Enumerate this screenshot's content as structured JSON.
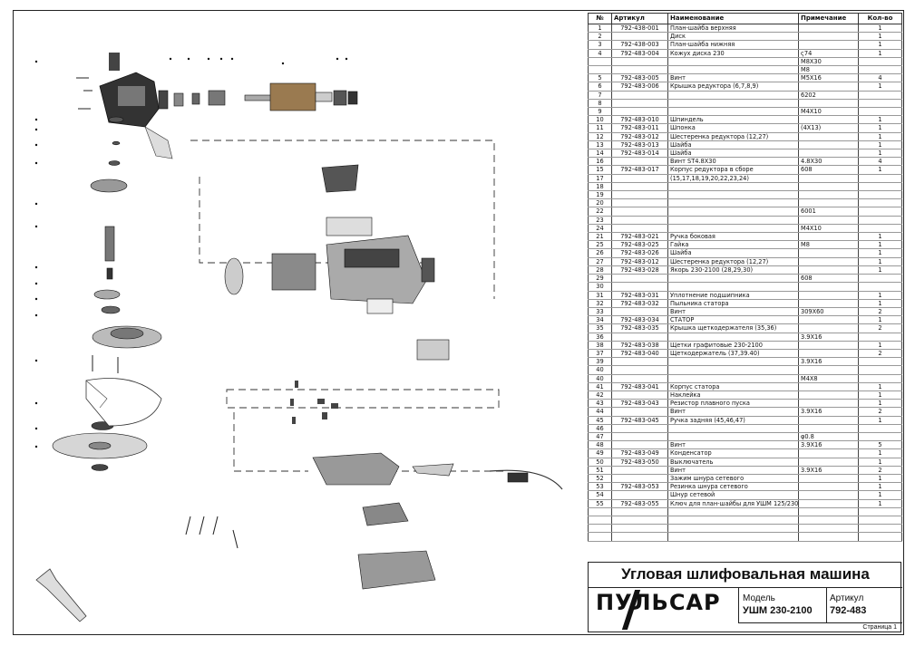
{
  "table": {
    "headers": [
      "№",
      "Артикул",
      "Наименование",
      "Примечание",
      "Кол-во"
    ],
    "rows": [
      [
        "1",
        "792-438-001",
        "План-шайба верхняя",
        "",
        "1"
      ],
      [
        "2",
        "",
        "Диск",
        "",
        "1"
      ],
      [
        "3",
        "792-438-003",
        "План-шайба нижняя",
        "",
        "1"
      ],
      [
        "4",
        "792-483-004",
        "Кожух диска 230",
        "ς74",
        "1"
      ],
      [
        "",
        "",
        "",
        "M8X30",
        ""
      ],
      [
        "",
        "",
        "",
        "M8",
        ""
      ],
      [
        "5",
        "792-483-005",
        "Винт",
        "M5X16",
        "4"
      ],
      [
        "6",
        "792-483-006",
        "Крышка редуктора (6,7,8,9)",
        "",
        "1"
      ],
      [
        "7",
        "",
        "",
        "6202",
        ""
      ],
      [
        "8",
        "",
        "",
        "",
        ""
      ],
      [
        "9",
        "",
        "",
        "M4X10",
        ""
      ],
      [
        "10",
        "792-483-010",
        "Шпиндель",
        "",
        "1"
      ],
      [
        "11",
        "792-483-011",
        "Шпонка",
        "(4X13)",
        "1"
      ],
      [
        "12",
        "792-483-012",
        "Шестеренка редуктора  (12,27)",
        "",
        "1"
      ],
      [
        "13",
        "792-483-013",
        "Шайба",
        "",
        "1"
      ],
      [
        "14",
        "792-483-014",
        "Шайба",
        "",
        "1"
      ],
      [
        "16",
        "",
        "Винт ST4.8X30",
        "4.8X30",
        "4"
      ],
      [
        "15",
        "792-483-017",
        "Корпус редуктора в сборе",
        "608",
        "1"
      ],
      [
        "17",
        "",
        "(15,17,18,19,20,22,23,24)",
        "",
        ""
      ],
      [
        "18",
        "",
        "",
        "",
        ""
      ],
      [
        "19",
        "",
        "",
        "",
        ""
      ],
      [
        "20",
        "",
        "",
        "",
        ""
      ],
      [
        "22",
        "",
        "",
        "6001",
        ""
      ],
      [
        "23",
        "",
        "",
        "",
        ""
      ],
      [
        "24",
        "",
        "",
        "M4X10",
        ""
      ],
      [
        "21",
        "792-483-021",
        "Ручка боковая",
        "",
        "1"
      ],
      [
        "25",
        "792-483-025",
        "Гайка",
        "M8",
        "1"
      ],
      [
        "26",
        "792-483-026",
        "Шайба",
        "",
        "1"
      ],
      [
        "27",
        "792-483-012",
        "Шестеренка редуктора  (12,27)",
        "",
        "1"
      ],
      [
        "28",
        "792-483-028",
        "Якорь 230-2100 (28,29,30)",
        "",
        "1"
      ],
      [
        "29",
        "",
        "",
        "608",
        ""
      ],
      [
        "30",
        "",
        "",
        "",
        ""
      ],
      [
        "31",
        "792-483-031",
        "Уплотнение подшипника",
        "",
        "1"
      ],
      [
        "32",
        "792-483-032",
        "Пыльника статора",
        "",
        "1"
      ],
      [
        "33",
        "",
        "Винт",
        "309X60",
        "2"
      ],
      [
        "34",
        "792-483-034",
        "СТАТОР",
        "",
        "1"
      ],
      [
        "35",
        "792-483-035",
        "Крышка щеткодержателя (35,36)",
        "",
        "2"
      ],
      [
        "36",
        "",
        "",
        "3.9X16",
        ""
      ],
      [
        "38",
        "792-483-038",
        "Щетки графитовые 230-2100",
        "",
        "1"
      ],
      [
        "37",
        "792-483-040",
        "Щеткодержатель (37,39.40)",
        "",
        "2"
      ],
      [
        "39",
        "",
        "",
        "3.9X16",
        ""
      ],
      [
        "40",
        "",
        "",
        "",
        ""
      ],
      [
        "40",
        "",
        "",
        "M4X8",
        ""
      ],
      [
        "41",
        "792-483-041",
        "Корпус статора",
        "",
        "1"
      ],
      [
        "42",
        "",
        "Наклейка",
        "",
        "1"
      ],
      [
        "43",
        "792-483-043",
        "Резистор плавного пуска",
        "",
        "1"
      ],
      [
        "44",
        "",
        "Винт",
        "3.9X16",
        "2"
      ],
      [
        "45",
        "792-483-045",
        "Ручка задняя (45,46,47)",
        "",
        "1"
      ],
      [
        "46",
        "",
        "",
        "",
        ""
      ],
      [
        "47",
        "",
        "",
        "φ0.8",
        ""
      ],
      [
        "48",
        "",
        "Винт",
        "3.9X16",
        "5"
      ],
      [
        "49",
        "792-483-049",
        "Конденсатор",
        "",
        "1"
      ],
      [
        "50",
        "792-483-050",
        "Выключатель",
        "",
        "1"
      ],
      [
        "51",
        "",
        "Винт",
        "3.9X16",
        "2"
      ],
      [
        "52",
        "",
        "Зажим шнура сетевого",
        "",
        "1"
      ],
      [
        "53",
        "792-483-053",
        "Резинка шнура сетевого",
        "",
        "1"
      ],
      [
        "54",
        "",
        "Шнур сетевой",
        "",
        "1"
      ],
      [
        "55",
        "792-483-055",
        "Ключ для план-шайбы для УШМ 125/230",
        "",
        "1"
      ],
      [
        "",
        "",
        "",
        "",
        ""
      ],
      [
        "",
        "",
        "",
        "",
        ""
      ],
      [
        "",
        "",
        "",
        "",
        ""
      ],
      [
        "",
        "",
        "",
        "",
        ""
      ]
    ]
  },
  "title_block": {
    "title": "Угловая шлифовальная машина",
    "logo": "ПУЛЬСАР",
    "model_label": "Модель",
    "model_value": "УШМ 230-2100",
    "article_label": "Артикул",
    "article_value": "792-483",
    "page": "Страница 1"
  },
  "colors": {
    "line": "#222222",
    "fill_dark": "#333333",
    "fill_mid": "#8a8a8a",
    "fill_light": "#d0d0d0"
  }
}
